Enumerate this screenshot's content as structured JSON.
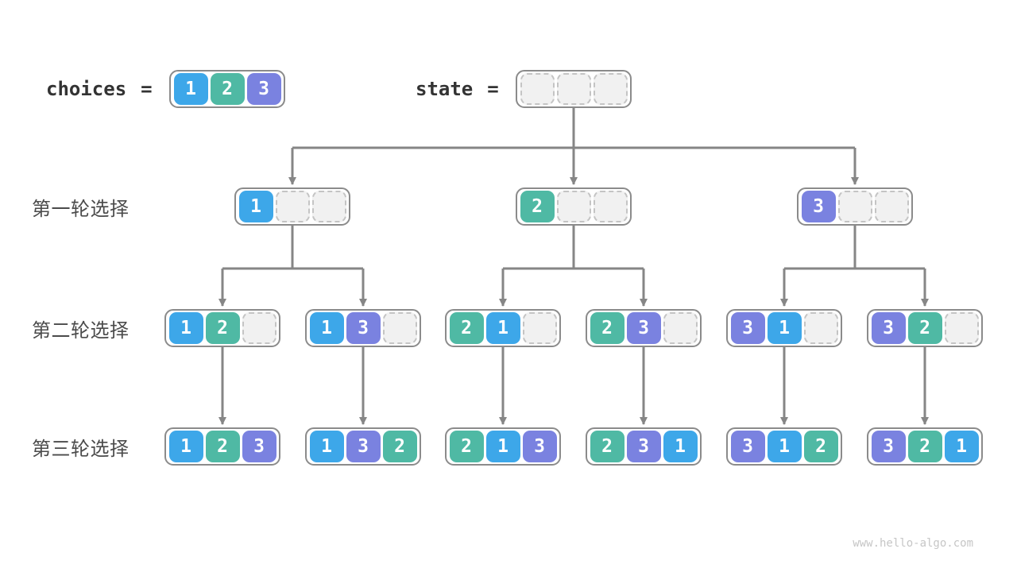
{
  "palette": {
    "1": "#3DA7E9",
    "2": "#4FB9A4",
    "3": "#7A82E0"
  },
  "colors": {
    "box_border": "#8B8B8B",
    "empty_cell_fill": "#F1F1F1",
    "empty_cell_border": "#C4C4C4",
    "arrow": "#868686",
    "label_text": "#4B4B4B",
    "code_text": "#333333",
    "watermark_text": "#C6C6C6"
  },
  "header": {
    "choices": {
      "label": "choices",
      "equals": "=",
      "cells": [
        "1",
        "2",
        "3"
      ]
    },
    "state": {
      "label": "state",
      "equals": "=",
      "cells": [
        "",
        "",
        ""
      ]
    }
  },
  "rows": [
    {
      "label": "第一轮选择",
      "boxes": [
        [
          "1",
          "",
          ""
        ],
        [
          "2",
          "",
          ""
        ],
        [
          "3",
          "",
          ""
        ]
      ]
    },
    {
      "label": "第二轮选择",
      "boxes": [
        [
          "1",
          "2",
          ""
        ],
        [
          "1",
          "3",
          ""
        ],
        [
          "2",
          "1",
          ""
        ],
        [
          "2",
          "3",
          ""
        ],
        [
          "3",
          "1",
          ""
        ],
        [
          "3",
          "2",
          ""
        ]
      ]
    },
    {
      "label": "第三轮选择",
      "boxes": [
        [
          "1",
          "2",
          "3"
        ],
        [
          "1",
          "3",
          "2"
        ],
        [
          "2",
          "1",
          "3"
        ],
        [
          "2",
          "3",
          "1"
        ],
        [
          "3",
          "1",
          "2"
        ],
        [
          "3",
          "2",
          "1"
        ]
      ]
    }
  ],
  "watermark": "www.hello-algo.com"
}
